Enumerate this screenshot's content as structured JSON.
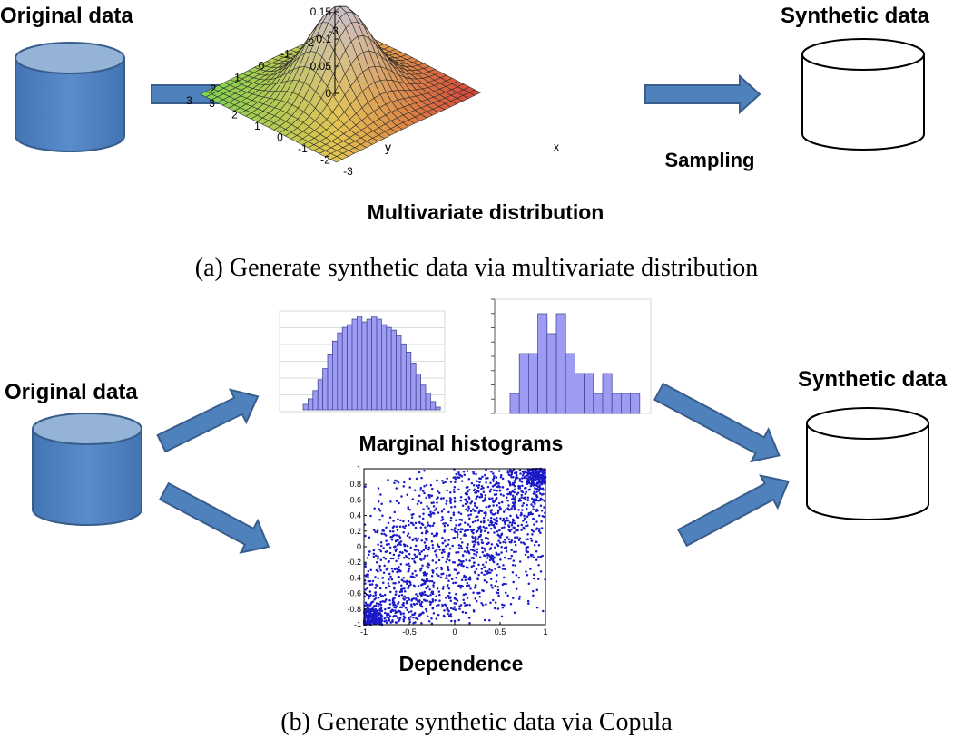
{
  "panel_a": {
    "source_label": "Original data",
    "target_label": "Synthetic data",
    "distribution_label": "Multivariate distribution",
    "sampling_label": "Sampling",
    "caption": "(a) Generate synthetic data via multivariate distribution",
    "surface_plot": {
      "z_ticks": [
        "0.15",
        "0.1",
        "0.05",
        "0"
      ],
      "y_ticks": [
        "-3",
        "-2",
        "-1",
        "0",
        "1",
        "2",
        "3"
      ],
      "x_ticks": [
        "-3",
        "-2",
        "-1",
        "0",
        "1",
        "2",
        "3"
      ],
      "y_axis_label": "y",
      "x_axis_label": "x"
    }
  },
  "panel_b": {
    "source_label": "Original data",
    "target_label": "Synthetic data",
    "marginals_label": "Marginal histograms",
    "dependence_label": "Dependence",
    "caption": "(b) Generate synthetic data via Copula",
    "histogram_left": {
      "values": [
        2,
        4,
        7,
        11,
        15,
        20,
        25,
        28,
        30,
        31,
        33,
        34,
        32,
        33,
        34,
        33,
        31,
        30,
        29,
        27,
        24,
        21,
        17,
        13,
        9,
        6,
        3,
        1
      ]
    },
    "histogram_right": {
      "values": [
        1,
        3,
        3,
        5,
        4,
        5,
        3,
        2,
        2,
        1,
        2,
        1,
        1,
        1
      ]
    },
    "scatter": {
      "x_ticks": [
        "-1",
        "-0.5",
        "0",
        "0.5",
        "1"
      ],
      "y_ticks": [
        "1",
        "0.8",
        "0.6",
        "0.4",
        "0.2",
        "0",
        "-0.2",
        "-0.4",
        "-0.6",
        "-0.8",
        "-1"
      ]
    }
  },
  "colors": {
    "cylinder_fill": "#4F81BD",
    "cylinder_top": "#95B3D7",
    "cylinder_stroke": "#385D8A",
    "arrow_fill": "#4F81BD",
    "histogram_bar": "#9C9CF2",
    "scatter_point": "#1A1AC8"
  }
}
